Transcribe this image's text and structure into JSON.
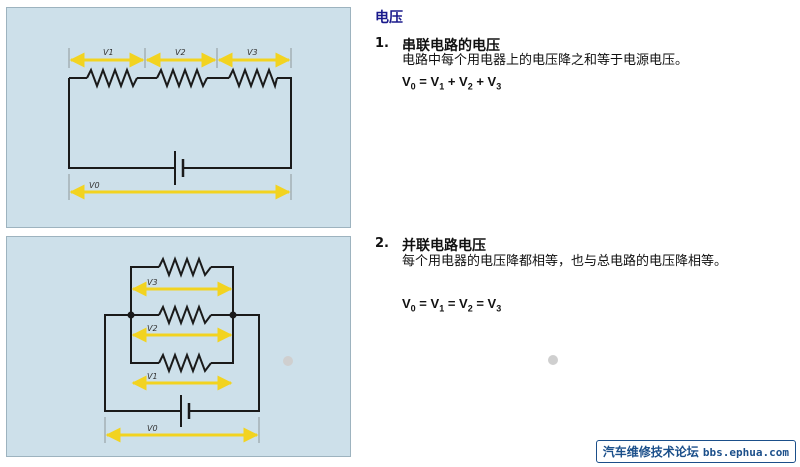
{
  "section_title": "电压",
  "items": [
    {
      "number": "1.",
      "title": "串联电路的电压",
      "description": "电路中每个用电器上的电压降之和等于电源电压。",
      "formula": {
        "parts": [
          [
            "V",
            "0"
          ],
          [
            "V",
            "1"
          ],
          [
            "V",
            "2"
          ],
          [
            "V",
            "3"
          ]
        ],
        "ops": [
          "=",
          "+",
          "+"
        ]
      }
    },
    {
      "number": "2.",
      "title": "并联电路电压",
      "description": "每个用电器的电压降都相等，也与总电路的电压降相等。",
      "formula": {
        "parts": [
          [
            "V",
            "0"
          ],
          [
            "V",
            "1"
          ],
          [
            "V",
            "2"
          ],
          [
            "V",
            "3"
          ]
        ],
        "ops": [
          "=",
          "=",
          "="
        ]
      }
    }
  ],
  "series_diagram": {
    "labels": [
      "V1",
      "V2",
      "V3",
      "V0"
    ]
  },
  "parallel_diagram": {
    "labels": [
      "V3",
      "V2",
      "V1",
      "V0"
    ]
  },
  "watermark": {
    "text": "汽车维修技术论坛",
    "url": "bbs.ephua.com"
  },
  "colors": {
    "panel_bg": "#cde0ea",
    "arrow": "#f2d320",
    "wire": "#1a1a1a",
    "heading": "#1a1a8c"
  }
}
